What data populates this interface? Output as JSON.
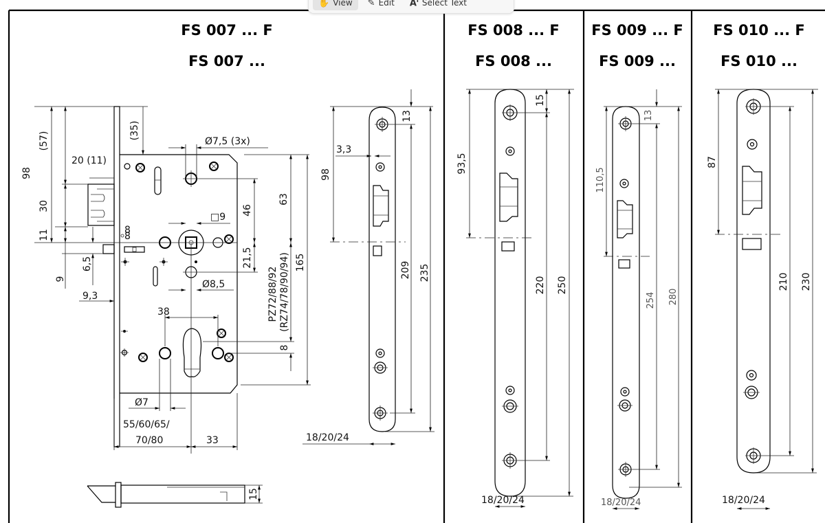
{
  "toolbar": {
    "buttons": [
      {
        "label": "View",
        "icon": "hand-icon",
        "active": true
      },
      {
        "label": "Edit",
        "icon": "pencil-icon",
        "active": false
      },
      {
        "label": "Select Text",
        "icon": "text-select-icon",
        "active": false
      }
    ]
  },
  "columns": [
    {
      "title": "FS 007 ... F",
      "subtitle": "FS 007 ..."
    },
    {
      "title": "FS 008 ... F",
      "subtitle": "FS 008 ..."
    },
    {
      "title": "FS 009 ... F",
      "subtitle": "FS 009 ..."
    },
    {
      "title": "FS 010 ... F",
      "subtitle": "FS 010 ..."
    }
  ],
  "fs007": {
    "lock_body": {
      "d98": "98",
      "d57": "(57)",
      "d35": "(35)",
      "d20_11": "20 (11)",
      "d30": "30",
      "d11": "11",
      "d9": "9",
      "d6_5": "6,5",
      "d9_3": "9,3",
      "d_hole": "Ø7,5 (3x)",
      "d_square": "□9",
      "d46": "46",
      "d63": "63",
      "d21_5": "21,5",
      "d8_5": "Ø8,5",
      "d_pz": "PZ72/88/92",
      "d_rz": "(RZ74/78/90/94)",
      "d165": "165",
      "d38": "38",
      "d8": "8",
      "d7": "Ø7",
      "d_backset1": "55/60/65/",
      "d_backset2": "70/80",
      "d33": "33",
      "d15": "15"
    },
    "faceplate": {
      "d13": "13",
      "d3_3": "3,3",
      "d98": "98",
      "d209": "209",
      "d235": "235",
      "width": "18/20/24"
    }
  },
  "fs008": {
    "d15": "15",
    "d93_5": "93,5",
    "d220": "220",
    "d250": "250",
    "width": "18/20/24"
  },
  "fs009": {
    "d13": "13",
    "d110_5": "110,5",
    "d254": "254",
    "d280": "280",
    "width": "18/20/24"
  },
  "fs010": {
    "d87": "87",
    "d210": "210",
    "d230": "230",
    "width": "18/20/24"
  }
}
